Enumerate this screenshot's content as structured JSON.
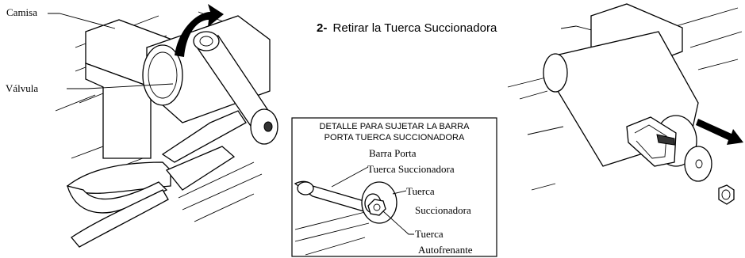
{
  "left_figure": {
    "labels": {
      "camisa": "Camisa",
      "valvula": "Válvula"
    }
  },
  "step": {
    "number": "2-",
    "title": "Retirar la Tuerca Succionadora"
  },
  "detail": {
    "title_line1": "DETALLE PARA SUJETAR LA BARRA",
    "title_line2": "PORTA TUERCA SUCCIONADORA",
    "labels": {
      "barra_line1": "Barra Porta",
      "barra_line2": "Tuerca Succionadora",
      "tuerca_succ_line1": "Tuerca",
      "tuerca_succ_line2": "Succionadora",
      "tuerca_auto_line1": "Tuerca",
      "tuerca_auto_line2": "Autofrenante"
    }
  }
}
